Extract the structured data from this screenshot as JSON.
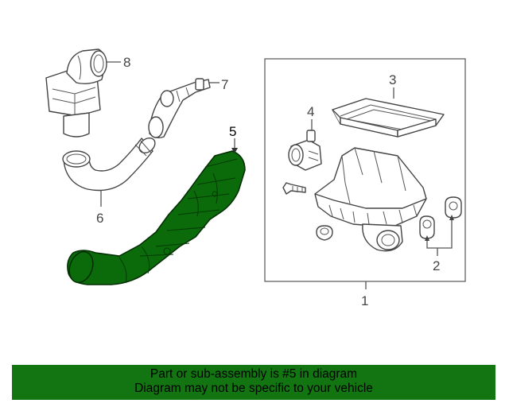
{
  "callouts": {
    "c1": "1",
    "c2": "2",
    "c3": "3",
    "c4": "4",
    "c5": "5",
    "c6": "6",
    "c7": "7",
    "c8": "8"
  },
  "highlighted_part": "5",
  "colors": {
    "highlight": "#0b6b0b",
    "banner": "#127512"
  },
  "banner": {
    "line1": "Part or sub-assembly is #5 in diagram",
    "line2": "Diagram may not be specific to your vehicle"
  }
}
